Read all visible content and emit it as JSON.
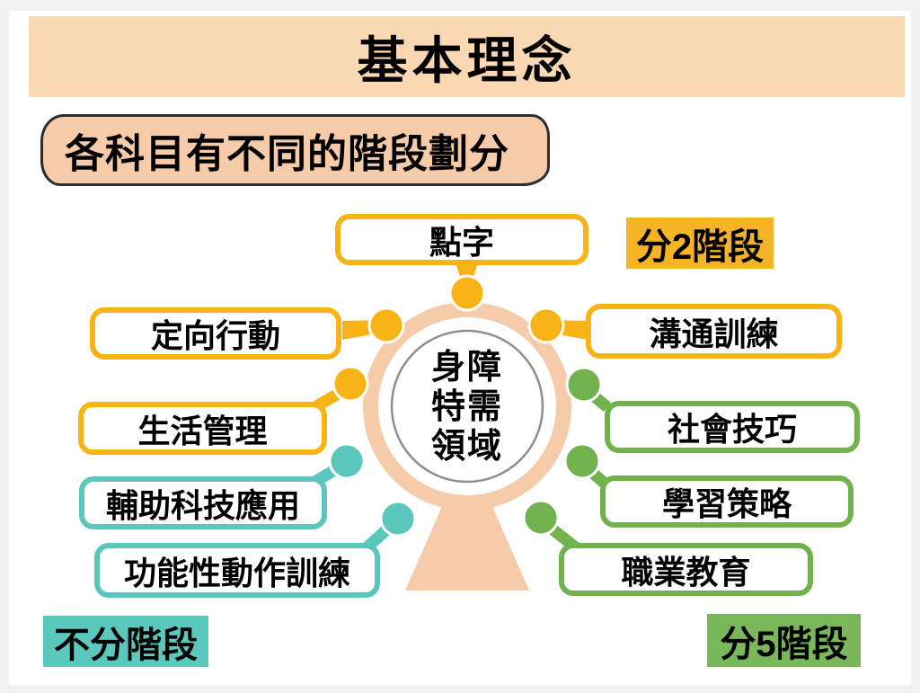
{
  "colors": {
    "yellow": "#F8B316",
    "green": "#72B24E",
    "teal": "#5BC7BC",
    "peach_banner": "#FBD8B4",
    "peach_shape": "#F5CBA9",
    "badge_yellow": "#F5B326",
    "badge_teal": "#5CC8BD",
    "badge_green": "#7AB65A"
  },
  "header": {
    "title": "基本理念"
  },
  "subtitle": "各科目有不同的階段劃分",
  "center": {
    "lines": [
      "身障",
      "特需",
      "領域"
    ]
  },
  "nodes": [
    {
      "label": "點字",
      "group": "yellow"
    },
    {
      "label": "定向行動",
      "group": "yellow"
    },
    {
      "label": "生活管理",
      "group": "yellow"
    },
    {
      "label": "溝通訓練",
      "group": "yellow"
    },
    {
      "label": "輔助科技應用",
      "group": "teal"
    },
    {
      "label": "功能性動作訓練",
      "group": "teal"
    },
    {
      "label": "社會技巧",
      "group": "green"
    },
    {
      "label": "學習策略",
      "group": "green"
    },
    {
      "label": "職業教育",
      "group": "green"
    }
  ],
  "stage_labels": [
    {
      "label": "分2階段",
      "group": "yellow"
    },
    {
      "label": "不分階段",
      "group": "teal"
    },
    {
      "label": "分5階段",
      "group": "green"
    }
  ]
}
